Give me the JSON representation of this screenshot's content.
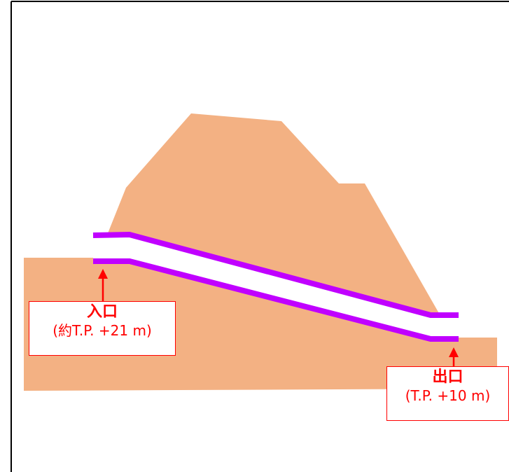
{
  "colors": {
    "ground": "#f3b183",
    "tunnel": "#c000ff",
    "label": "#ff0000",
    "frame": "#000000"
  },
  "entrance": {
    "title": "入口",
    "elevation": "(約T.P. +21 m)"
  },
  "exit": {
    "title": "出口",
    "elevation": "(T.P. +10 m)"
  }
}
